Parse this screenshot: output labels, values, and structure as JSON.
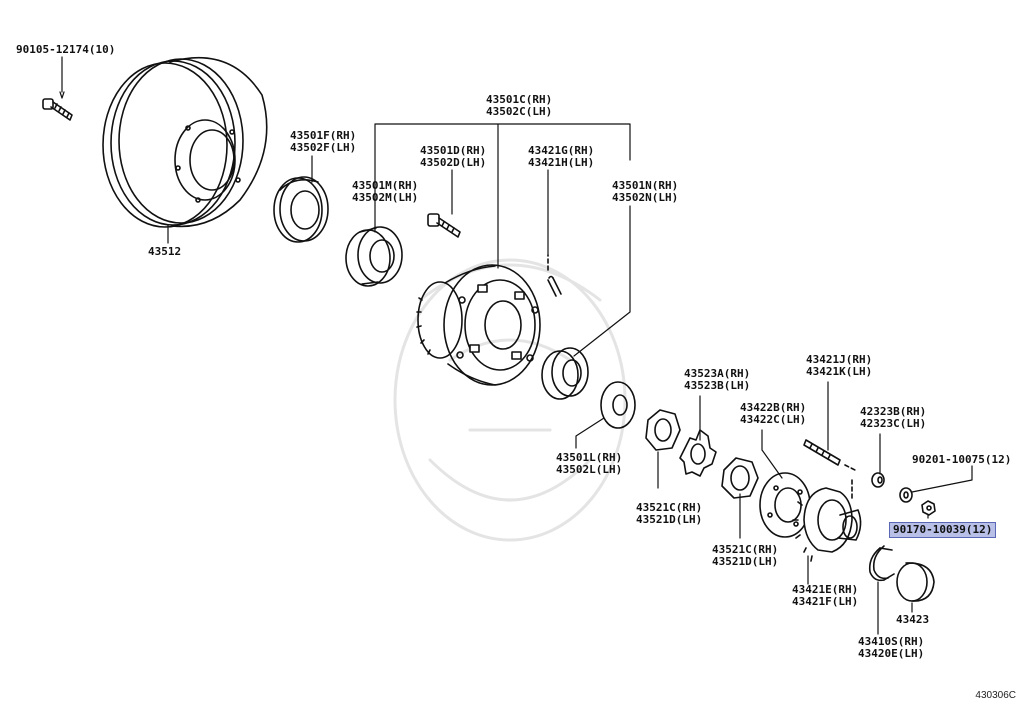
{
  "diagram_id": "430306C",
  "highlight_color": "#b8c0e8",
  "parts": [
    {
      "key": "p90105",
      "lines": [
        "90105-12174(10)"
      ]
    },
    {
      "key": "p43512",
      "lines": [
        "43512"
      ]
    },
    {
      "key": "p43501F",
      "lines": [
        "43501F(RH)",
        "43502F(LH)"
      ]
    },
    {
      "key": "p43501C",
      "lines": [
        "43501C(RH)",
        "43502C(LH)"
      ]
    },
    {
      "key": "p43501D",
      "lines": [
        "43501D(RH)",
        "43502D(LH)"
      ]
    },
    {
      "key": "p43421G",
      "lines": [
        "43421G(RH)",
        "43421H(LH)"
      ]
    },
    {
      "key": "p43501M",
      "lines": [
        "43501M(RH)",
        "43502M(LH)"
      ]
    },
    {
      "key": "p43501N",
      "lines": [
        "43501N(RH)",
        "43502N(LH)"
      ]
    },
    {
      "key": "p43523A",
      "lines": [
        "43523A(RH)",
        "43523B(LH)"
      ]
    },
    {
      "key": "p43421J",
      "lines": [
        "43421J(RH)",
        "43421K(LH)"
      ]
    },
    {
      "key": "p43422B",
      "lines": [
        "43422B(RH)",
        "43422C(LH)"
      ]
    },
    {
      "key": "p42323B",
      "lines": [
        "42323B(RH)",
        "42323C(LH)"
      ]
    },
    {
      "key": "p90201",
      "lines": [
        "90201-10075(12)"
      ]
    },
    {
      "key": "p90170",
      "lines": [
        "90170-10039(12)"
      ],
      "highlighted": true
    },
    {
      "key": "p43501L",
      "lines": [
        "43501L(RH)",
        "43502L(LH)"
      ]
    },
    {
      "key": "p43521C_a",
      "lines": [
        "43521C(RH)",
        "43521D(LH)"
      ]
    },
    {
      "key": "p43521C_b",
      "lines": [
        "43521C(RH)",
        "43521D(LH)"
      ]
    },
    {
      "key": "p43421E",
      "lines": [
        "43421E(RH)",
        "43421F(LH)"
      ]
    },
    {
      "key": "p43423",
      "lines": [
        "43423"
      ]
    },
    {
      "key": "p43410S",
      "lines": [
        "43410S(RH)",
        "43420E(LH)"
      ]
    }
  ]
}
